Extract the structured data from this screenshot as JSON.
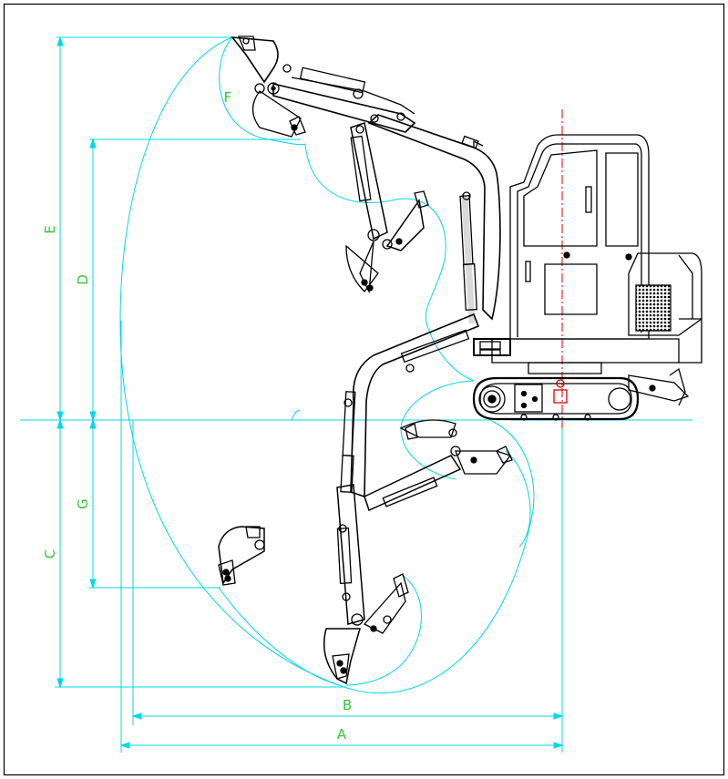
{
  "drawing": {
    "labels": {
      "A": "A",
      "B": "B",
      "C": "C",
      "D": "D",
      "E": "E",
      "F": "F",
      "G": "G"
    },
    "colors": {
      "frame": "#000000",
      "dimension": "#00d8e8",
      "label": "#34c734",
      "machine": "#000000",
      "centerline": "#e00000",
      "background": "#ffffff"
    }
  }
}
